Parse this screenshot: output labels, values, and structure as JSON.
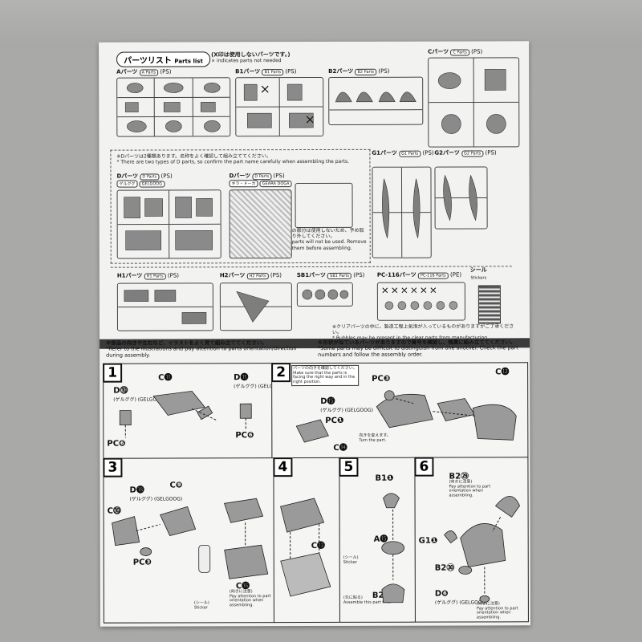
{
  "parts_list": {
    "title": "パーツリスト",
    "title_en": "Parts list",
    "note_jp": "(X印は使用しないパーツです。)",
    "note_en": "× indicates parts not needed",
    "runners": {
      "A": {
        "label": "Aパーツ",
        "tag": "A Parts",
        "mat": "(PS)"
      },
      "B1": {
        "label": "B1パーツ",
        "tag": "B1 Parts",
        "mat": "(PS)"
      },
      "B2": {
        "label": "B2パーツ",
        "tag": "B2 Parts",
        "mat": "(PS)"
      },
      "C": {
        "label": "Cパーツ",
        "tag": "C Parts",
        "mat": "(PS)"
      },
      "G1": {
        "label": "G1パーツ",
        "tag": "G1 Parts",
        "mat": "(PS)"
      },
      "G2": {
        "label": "G2パーツ",
        "tag": "G2 Parts",
        "mat": "(PS)"
      },
      "D1": {
        "label": "Dパーツ",
        "tag": "D Parts",
        "mat": "(PS)",
        "sub": "ゲルググ",
        "sub_en": "GELGOOG"
      },
      "D2": {
        "label": "Dパーツ",
        "tag": "D Parts",
        "mat": "(PS)",
        "sub": "ギラ・ドーガ",
        "sub_en": "GEARA DOGA"
      },
      "H1": {
        "label": "H1パーツ",
        "tag": "H1 Parts",
        "mat": "(PS)"
      },
      "H2": {
        "label": "H2パーツ",
        "tag": "H2 Parts",
        "mat": "(PS)"
      },
      "SB1": {
        "label": "SB1パーツ",
        "tag": "SB1 Parts",
        "mat": "(PS)"
      },
      "PC116": {
        "label": "PC-116パーツ",
        "tag": "PC-116 Parts",
        "mat": "(PE)"
      }
    },
    "d_notice_jp": "※Dパーツは2種類あります。名称をよく確認して組み立ててください。",
    "d_notice_en": "* There are two types of D parts, so confirm the part name carefully when assembling the parts.",
    "unused_jp": "の部分は使用しないため、予め取り外してください。",
    "unused_en": "parts will not be used. Remove them before assembling.",
    "sticker_jp": "シール",
    "sticker_en": "Stickers",
    "bubble_jp": "※クリアパーツの中に、製造工程上気泡が入っているものがありますがご了承ください。",
    "bubble_en": "* Bubbles may be present in the clear parts from manufacturing"
  },
  "instructions": {
    "left_jp": "※部品の向きや左右など、イラストをよく見て組み立ててください。",
    "left_en": "*Refer to the illustrations and pay attention to parts orientation/direction during assembly.",
    "right_jp": "※形状が似ているパーツがありますので番号を確認し、慎重に組み立ててください。",
    "right_en": "*Some parts may be difficult to distinguish from one another. Check the part numbers and follow the assembly order."
  },
  "steps": [
    {
      "num": "1"
    },
    {
      "num": "2"
    },
    {
      "num": "3"
    },
    {
      "num": "4"
    },
    {
      "num": "5"
    },
    {
      "num": "6"
    }
  ],
  "labels": {
    "s1_d10": "D⓾",
    "s1_d10_sub": "(ゲルググ) (GELGOOG)",
    "s1_c11": "C⓫",
    "s1_d11": "D⓫",
    "s1_d11_sub": "(ゲルググ) (GELGOOG)",
    "s1_pcg1": "PC❻",
    "s1_pcg2": "PC❻",
    "s2_note_jp": "パーツの向きを確認してください。",
    "s2_note_en": "Make sure that the parts is facing the right way and in the right position.",
    "s2_d15": "D⓯",
    "s2_d15_sub": "(ゲルググ) (GELGOOG)",
    "s2_pc1": "PC❶",
    "s2_c14": "C⓮",
    "s2_pcc": "PC❸",
    "s2_c12": "C⓬",
    "s2_turn_jp": "向きを変えます。",
    "s2_turn_en": "Turn the part.",
    "s3_d18": "D⓲",
    "s3_d18_sub": "(ゲルググ) (GELGOOG)",
    "s3_c9": "C❾",
    "s3_c10": "C⓾",
    "s3_pcc": "PC❸",
    "s3_c16": "C⓰",
    "s3_att_jp": "(向きに注意)",
    "s3_att_en": "Pay attention to part orientation when assembling.",
    "s3_seal_jp": "(シール)",
    "s3_seal_en": "Sticker",
    "s4_c13": "C⓭",
    "s5_b11": "B1❶",
    "s5_a15": "A⓯",
    "s5_b2": "B2⓲",
    "s5_seal_jp": "(シール)",
    "s5_seal_en": "Sticker",
    "s5_first_jp": "(先に貼る)",
    "s5_first_en": "Assemble this part first.",
    "s6_b229": "B2㉙",
    "s6_att_jp": "(向きに注意)",
    "s6_att_en": "Pay attention to part orientation when assembling.",
    "s6_g11": "G1❶",
    "s6_b230": "B2㉚",
    "s6_d6": "D❻",
    "s6_d6_sub": "(ゲルググ) (GELGOOG)",
    "s6_att2_jp": "(向きに注意)",
    "s6_att2_en": "Pay attention to part orientation when assembling."
  }
}
